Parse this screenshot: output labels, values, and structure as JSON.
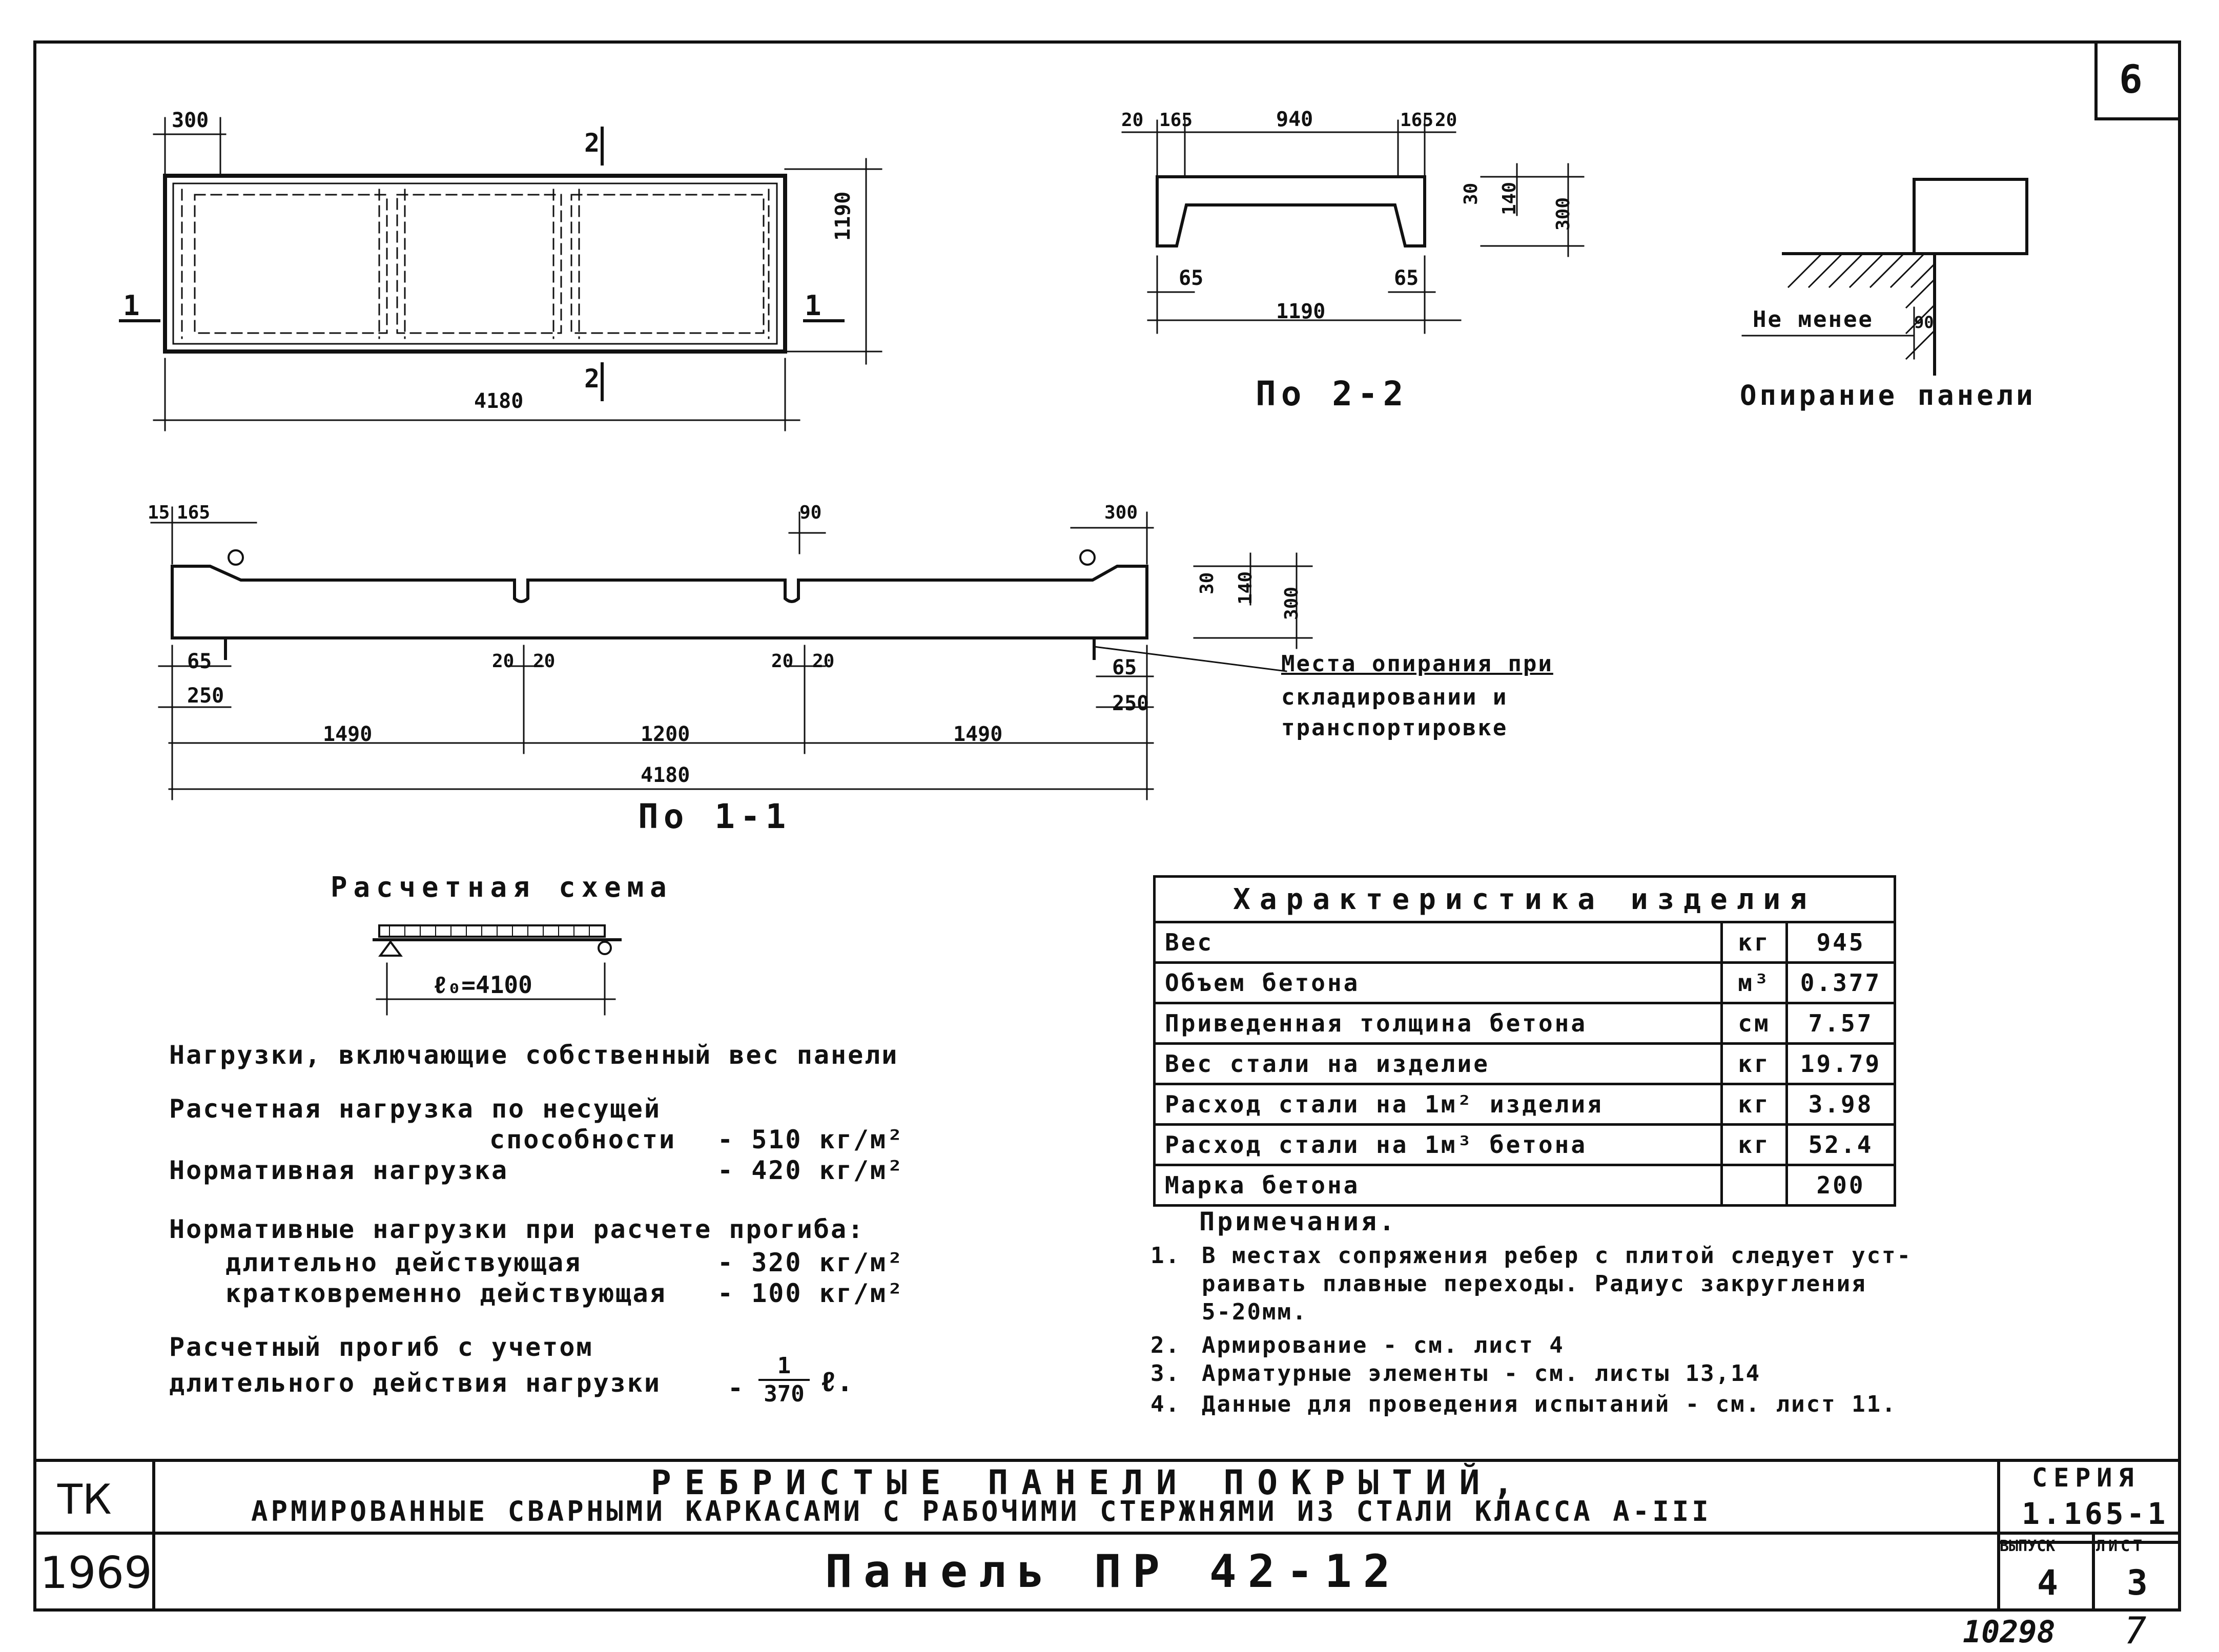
{
  "sheet": {
    "sheet_number": "6",
    "series_label": "СЕРИЯ",
    "series_value": "1.165-1",
    "issue_label": "ВЫПУСК",
    "issue_value": "4",
    "list_label": "ЛИСТ",
    "list_value": "3",
    "org": "ТК",
    "year": "1969",
    "title_line1": "РЕБРИСТЫЕ ПАНЕЛИ ПОКРЫТИЙ,",
    "title_line2": "АРМИРОВАННЫЕ СВАРНЫМИ КАРКАСАМИ С РАБОЧИМИ СТЕРЖНЯМИ ИЗ СТАЛИ КЛАССА А-III",
    "panel_name": "Панель ПР 42-12",
    "archive_number": "10298",
    "page_number": "7"
  },
  "plan": {
    "dim_top": "300",
    "dim_right": "1190",
    "dim_bottom": "4180",
    "mark_1_left": "1",
    "mark_1_right": "1",
    "mark_2_top": "2",
    "mark_2_bottom": "2"
  },
  "section22": {
    "top_dims": [
      "20",
      "165",
      "940",
      "165",
      "20"
    ],
    "bot_dims": [
      "65",
      "65"
    ],
    "width": "1190",
    "heights": [
      "30",
      "140",
      "300"
    ],
    "caption": "По 2-2"
  },
  "support": {
    "label": "Не менее",
    "dim": "90",
    "caption": "Опирание панели"
  },
  "section11": {
    "top_left": [
      "15",
      "165"
    ],
    "top_mid": "90",
    "top_right": "300",
    "heights": [
      "30",
      "140",
      "300"
    ],
    "rib_dims_1": [
      "20",
      "20"
    ],
    "rib_dims_2": [
      "20",
      "20"
    ],
    "left_dims": [
      "65",
      "250"
    ],
    "right_dims": [
      "65",
      "250"
    ],
    "spans": [
      "1490",
      "1200",
      "1490"
    ],
    "total": "4180",
    "caption": "По 1-1",
    "note_line1": "Места опирания при",
    "note_line2": "складировании и",
    "note_line3": "транспортировке"
  },
  "scheme": {
    "title": "Расчетная схема",
    "span_label": "ℓ₀=4100"
  },
  "loads": {
    "heading": "Нагрузки, включающие собственный вес панели",
    "calc_line1": "Расчетная нагрузка по несущей",
    "calc_line2": "способности",
    "calc_value": "- 510 кг/м²",
    "norm_label": "Нормативная нагрузка",
    "norm_value": "- 420 кг/м²",
    "defl_heading": "Нормативные нагрузки при расчете прогиба:",
    "long_label": "длительно действующая",
    "long_value": "- 320 кг/м²",
    "short_label": "кратковременно действующая",
    "short_value": "- 100 кг/м²",
    "defl_line1": "Расчетный прогиб с учетом",
    "defl_line2": "длительного действия нагрузки",
    "defl_num": "1",
    "defl_den": "370",
    "defl_tail": "ℓ."
  },
  "characteristics": {
    "title": "Характеристика изделия",
    "rows": [
      {
        "name": "Вес",
        "unit": "кг",
        "value": "945"
      },
      {
        "name": "Объем бетона",
        "unit": "м³",
        "value": "0.377"
      },
      {
        "name": "Приведенная толщина бетона",
        "unit": "см",
        "value": "7.57"
      },
      {
        "name": "Вес стали на изделие",
        "unit": "кг",
        "value": "19.79"
      },
      {
        "name": "Расход стали на 1м² изделия",
        "unit": "кг",
        "value": "3.98"
      },
      {
        "name": "Расход стали на 1м³ бетона",
        "unit": "кг",
        "value": "52.4"
      },
      {
        "name": "Марка бетона",
        "unit": "",
        "value": "200"
      }
    ]
  },
  "notes": {
    "heading": "Примечания.",
    "n1_num": "1.",
    "n1_l1": "В местах сопряжения ребер с плитой следует уст-",
    "n1_l2": "раивать плавные переходы. Радиус закругления",
    "n1_l3": "5-20мм.",
    "n2_num": "2.",
    "n2": "Армирование - см. лист 4",
    "n3_num": "3.",
    "n3": "Арматурные элементы - см. листы 13,14",
    "n4_num": "4.",
    "n4": "Данные для проведения испытаний - см. лист 11."
  }
}
